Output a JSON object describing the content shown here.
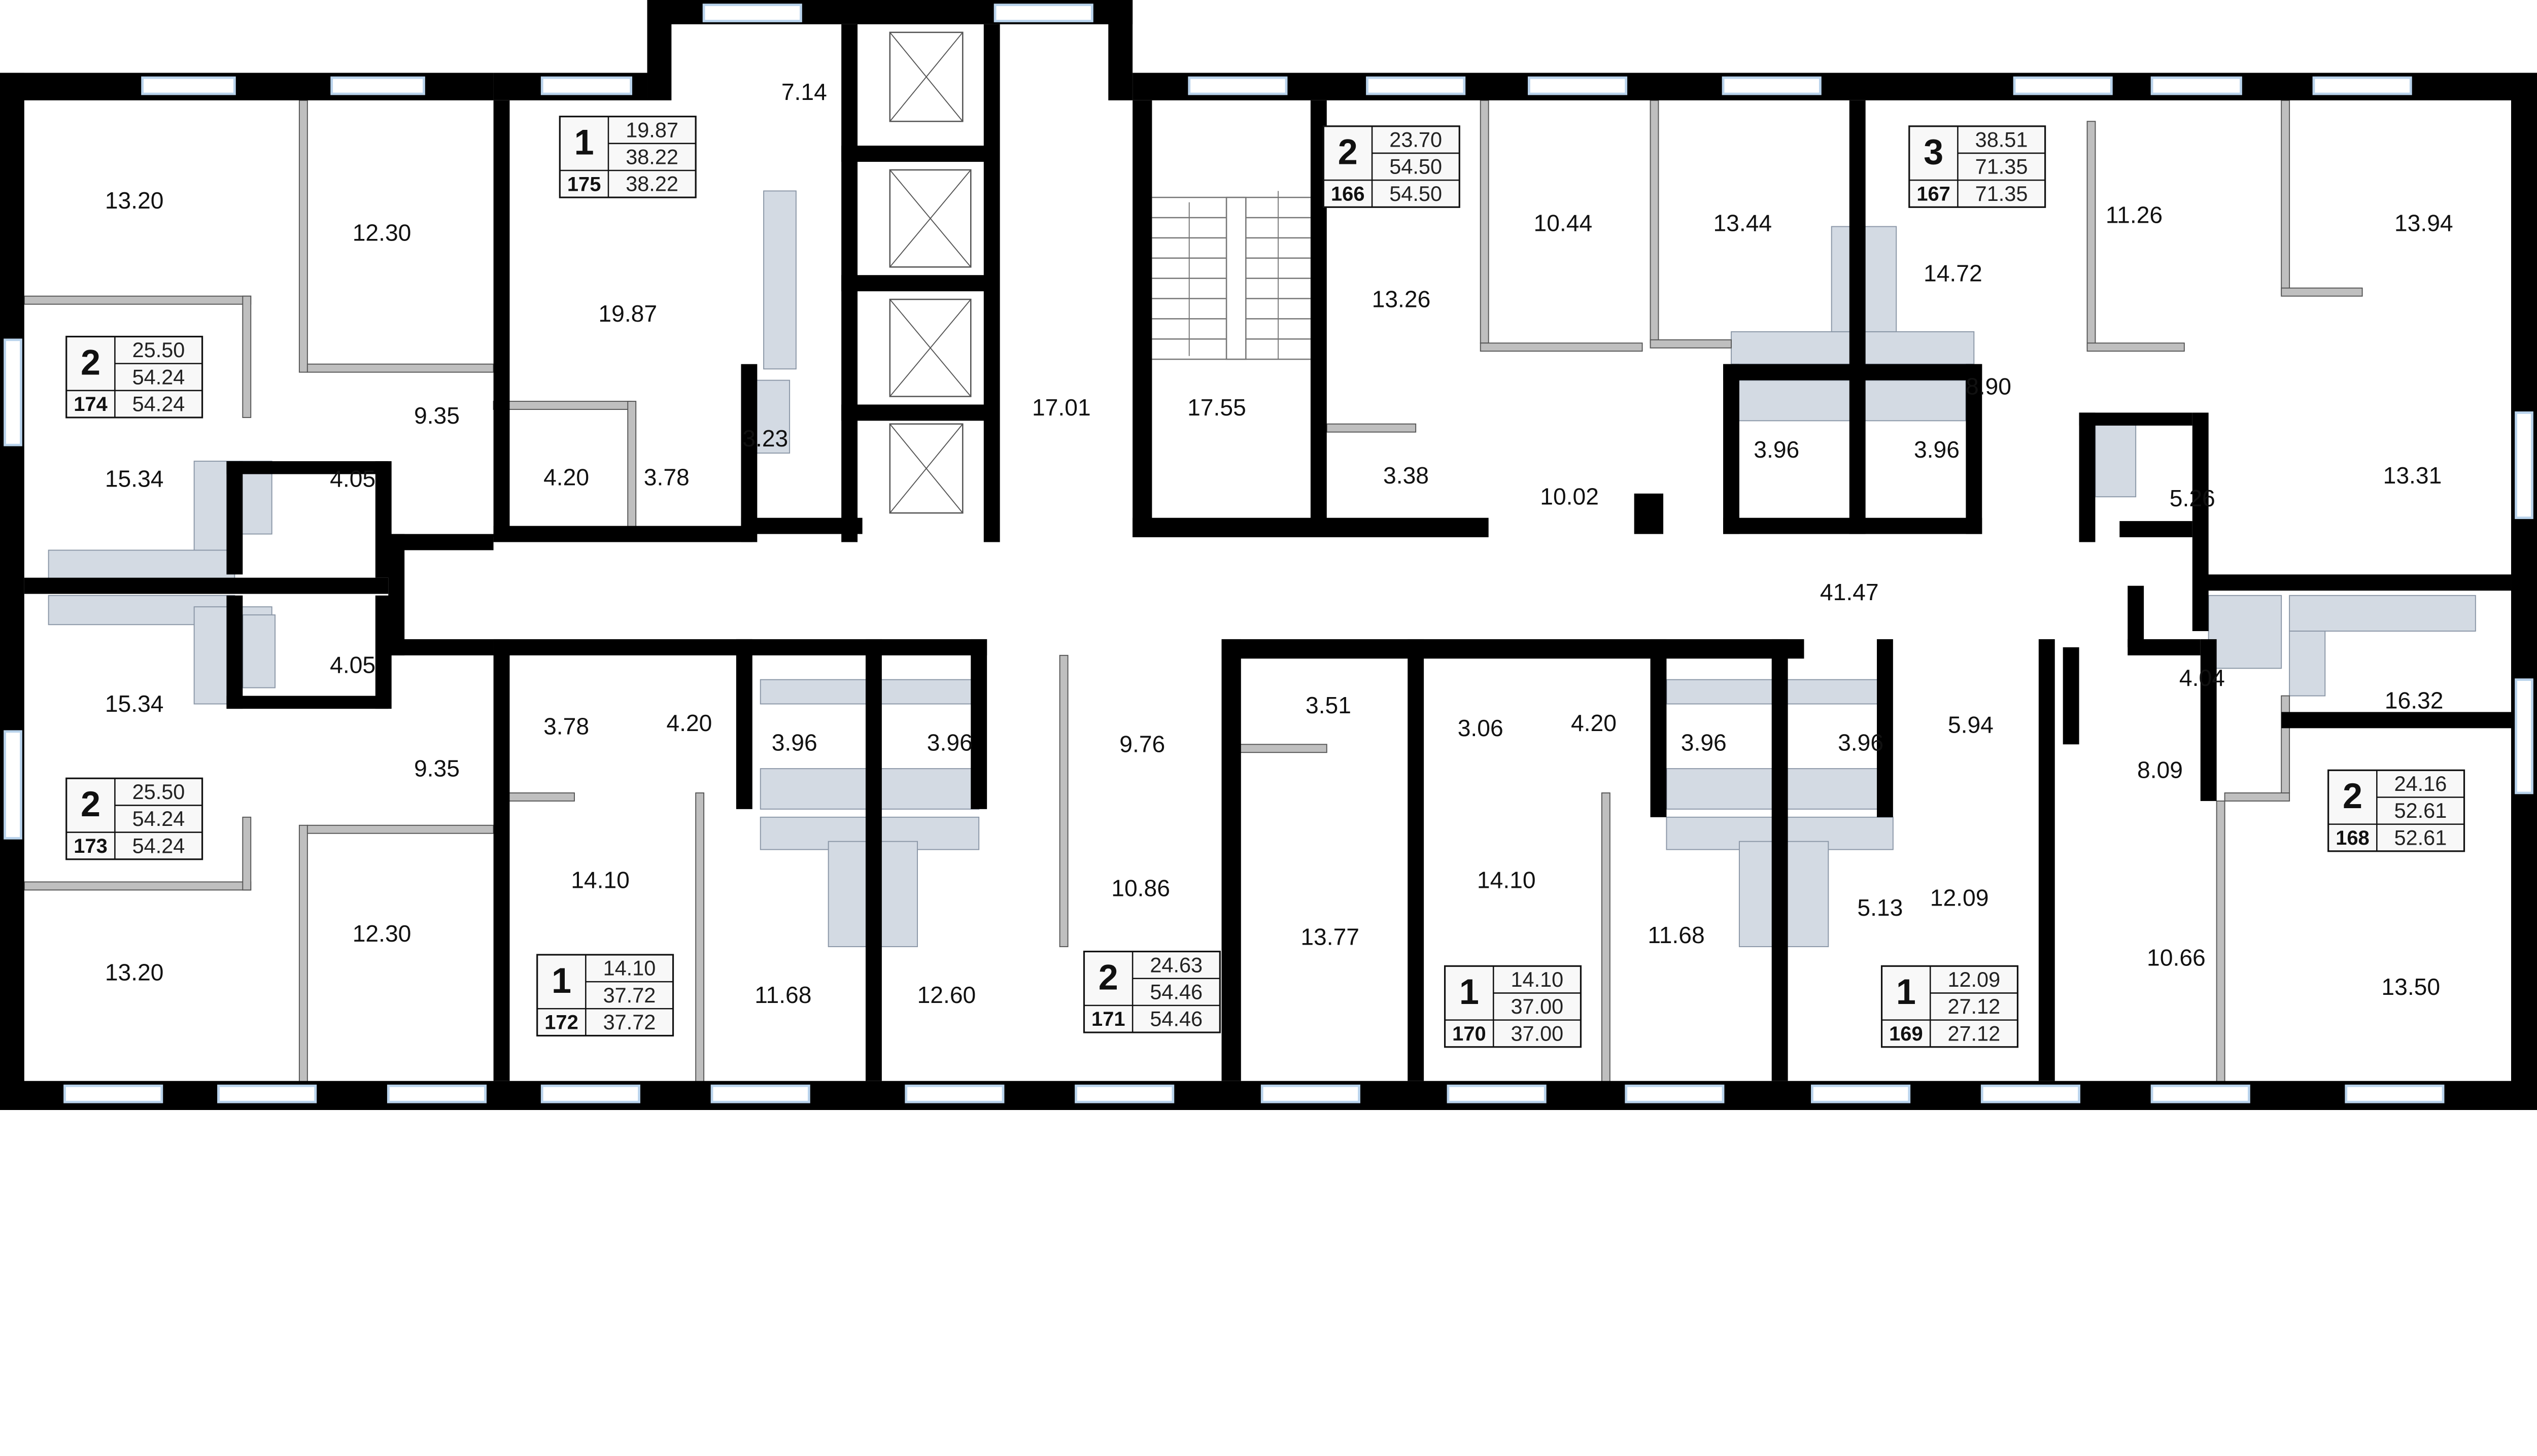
{
  "colors": {
    "wall": "#000000",
    "partition": "#bfbfbf",
    "fixture": "#d3dae3",
    "window": "#b9d3ec",
    "label_bg": "#f8f8f8"
  },
  "rooms": [
    "13.20",
    "12.30",
    "9.35",
    "15.34",
    "4.05",
    "4.05",
    "15.34",
    "9.35",
    "13.20",
    "12.30",
    "7.14",
    "19.87",
    "4.20",
    "3.78",
    "3.23",
    "17.01",
    "17.55",
    "13.26",
    "10.44",
    "13.44",
    "14.72",
    "3.38",
    "10.02",
    "3.96",
    "3.96",
    "8.90",
    "11.26",
    "13.94",
    "13.31",
    "5.26",
    "41.47",
    "4.04",
    "16.32",
    "8.09",
    "10.66",
    "13.50",
    "3.78",
    "4.20",
    "3.96",
    "3.96",
    "9.76",
    "3.51",
    "14.10",
    "11.68",
    "12.60",
    "10.86",
    "13.77",
    "3.06",
    "4.20",
    "3.96",
    "3.96",
    "5.94",
    "14.10",
    "11.68",
    "5.13",
    "12.09"
  ],
  "apartments": [
    {
      "number": "175",
      "rooms": "1",
      "living": "19.87",
      "total": "38.22",
      "total2": "38.22"
    },
    {
      "number": "174",
      "rooms": "2",
      "living": "25.50",
      "total": "54.24",
      "total2": "54.24"
    },
    {
      "number": "173",
      "rooms": "2",
      "living": "25.50",
      "total": "54.24",
      "total2": "54.24"
    },
    {
      "number": "172",
      "rooms": "1",
      "living": "14.10",
      "total": "37.72",
      "total2": "37.72"
    },
    {
      "number": "171",
      "rooms": "2",
      "living": "24.63",
      "total": "54.46",
      "total2": "54.46"
    },
    {
      "number": "170",
      "rooms": "1",
      "living": "14.10",
      "total": "37.00",
      "total2": "37.00"
    },
    {
      "number": "169",
      "rooms": "1",
      "living": "12.09",
      "total": "27.12",
      "total2": "27.12"
    },
    {
      "number": "168",
      "rooms": "2",
      "living": "24.16",
      "total": "52.61",
      "total2": "52.61"
    },
    {
      "number": "166",
      "rooms": "2",
      "living": "23.70",
      "total": "54.50",
      "total2": "54.50"
    },
    {
      "number": "167",
      "rooms": "3",
      "living": "38.51",
      "total": "71.35",
      "total2": "71.35"
    }
  ]
}
